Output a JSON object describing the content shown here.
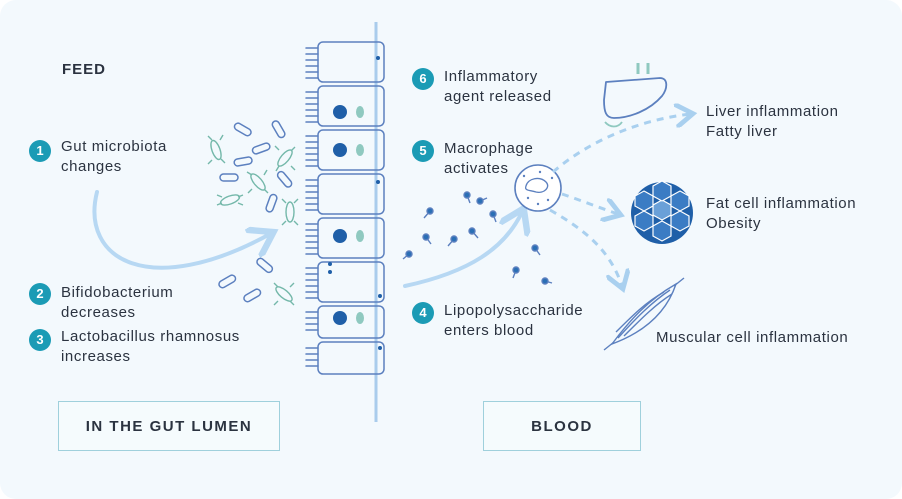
{
  "feed_label": "FEED",
  "steps": [
    {
      "num": "1",
      "line1": "Gut microbiota",
      "line2": "changes"
    },
    {
      "num": "2",
      "line1": "Bifidobacterium",
      "line2": "decreases"
    },
    {
      "num": "3",
      "line1": "Lactobacillus rhamnosus",
      "line2": "increases"
    },
    {
      "num": "4",
      "line1": "Lipopolysaccharide",
      "line2": "enters blood"
    },
    {
      "num": "5",
      "line1": "Macrophage",
      "line2": "activates"
    },
    {
      "num": "6",
      "line1": "Inflammatory",
      "line2": "agent released"
    }
  ],
  "outcomes": {
    "liver": {
      "line1": "Liver inflammation",
      "line2": "Fatty liver"
    },
    "fat": {
      "line1": "Fat cell inflammation",
      "line2": "Obesity"
    },
    "muscle": {
      "line1": "Muscular cell inflammation"
    }
  },
  "regions": {
    "lumen": "IN THE GUT LUMEN",
    "blood": "BLOOD"
  },
  "colors": {
    "accent": "#1b9bb5",
    "cell_outline": "#5c80bf",
    "nucleus": "#1f5fa8",
    "arrow": "#b7d8f3",
    "background": "#f3f9fd"
  }
}
